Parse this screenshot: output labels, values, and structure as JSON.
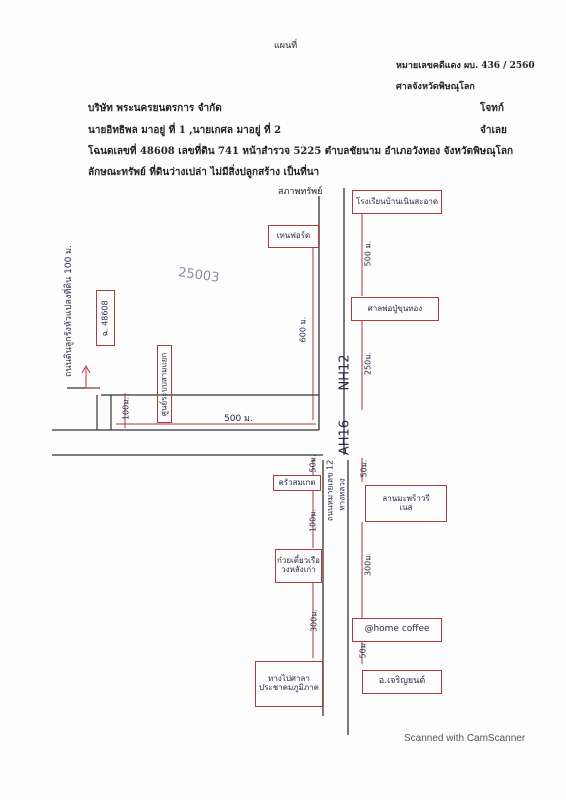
{
  "header": {
    "title": "แผนที่",
    "ref_number": "หมายเลขคดีแดง ผบ. 436 / 2560",
    "court": "ศาลจังหวัดพิษณุโลก",
    "plaintiff_label": "โจทก์",
    "defendant_label": "จำเลย",
    "plaintiff_name": "บริษัท พระนครยนตรการ จำกัด",
    "defendant_name": "นายอิทธิพล มาอยู่ ที่ 1 ,นายเกศล มาอยู่ ที่ 2",
    "deed_line": "โฉนดเลขที่ 48608 เลขที่ดิน 741 หน้าสำรวจ 5225 ตำบลชัยนาม อำเภอวังทอง จังหวัดพิษณุโลก",
    "property_line": "ลักษณะทรัพย์ ที่ดินว่างเปล่า ไม่มีสิ่งปลูกสร้าง เป็นที่นา"
  },
  "map": {
    "property_label": "สภาพทรัพย์",
    "lot_number": "25003",
    "deed_box": "ฉ. 48608",
    "left_vertical": "ถนนดินลูกรังหัวแปลงที่ดิน 100 ม.",
    "grid_box": "ศูนย์ระบบสามแยก",
    "dist_100": "100ม.",
    "dist_500_h": "500 ม.",
    "dist_600": "600 ม.",
    "top_right_box": "โรงเรียนบ้านเนินสะอาด",
    "top_left_box": "เทนฟอร์ด",
    "dist_500_v": "500 ม.",
    "right_box_2": "ศาลพ่อปู่ขุนทอง",
    "dist_250": "250ม.",
    "road_nh12": "NH12",
    "road_ah16": "AH16",
    "road_label": "ถนนหมายเลข 12",
    "road_label_2": "ทางหลวง",
    "dist_50_left": "50ม.",
    "dist_50_right": "50ม.",
    "left_box_1": "ครัวสมเกต",
    "right_box_3": "ลานมะพร้าวรีเนส",
    "dist_100_b": "100ม.",
    "left_box_2": "ก๋วยเตี๋ยวเรือวงหลังเก่า",
    "dist_300_r": "300ม.",
    "dist_300_l": "300ม.",
    "right_box_4": "@home coffee",
    "dist_50_b": "50ม.",
    "left_box_3": "ทางไปศาลาประชาคมภูมิภาค",
    "right_box_5": "อ.เจริญยนต์"
  },
  "footer": {
    "scanner": "Scanned with CamScanner"
  }
}
